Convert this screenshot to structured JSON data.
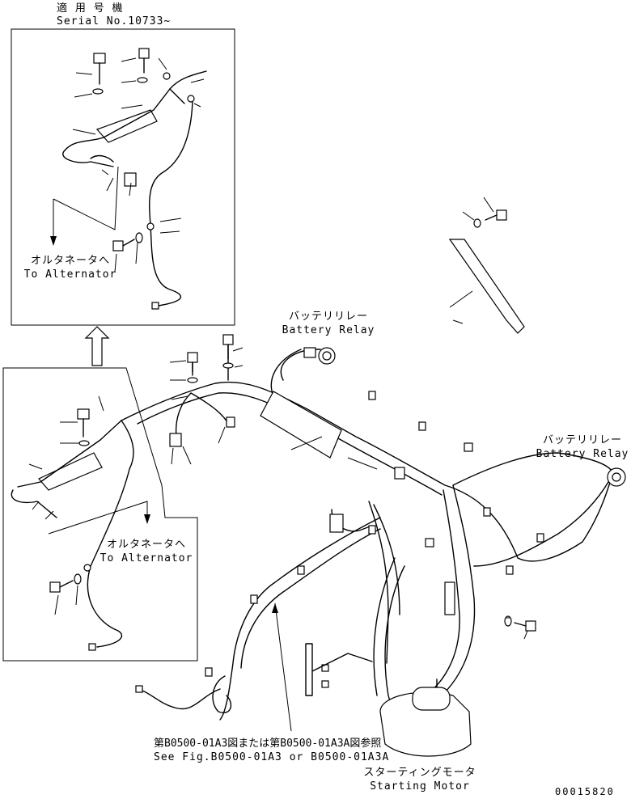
{
  "inset": {
    "applicable_label": "適 用 号 機",
    "serial_label": "Serial No.10733~"
  },
  "labels": {
    "alternator_jp_top": "オルタネータへ",
    "alternator_en_top": "To Alternator",
    "alternator_jp_mid": "オルタネータへ",
    "alternator_en_mid": "To Alternator",
    "battery_relay_jp_1": "バッテリリレー",
    "battery_relay_en_1": "Battery Relay",
    "battery_relay_jp_2": "バッテリリレー",
    "battery_relay_en_2": "Battery Relay",
    "figure_ref_jp": "第B0500-01A3図または第B0500-01A3A図参照",
    "figure_ref_en": "See Fig.B0500-01A3 or B0500-01A3A",
    "starting_motor_jp": "スターティングモータ",
    "starting_motor_en": "Starting Motor",
    "drawing_number": "00015820"
  }
}
